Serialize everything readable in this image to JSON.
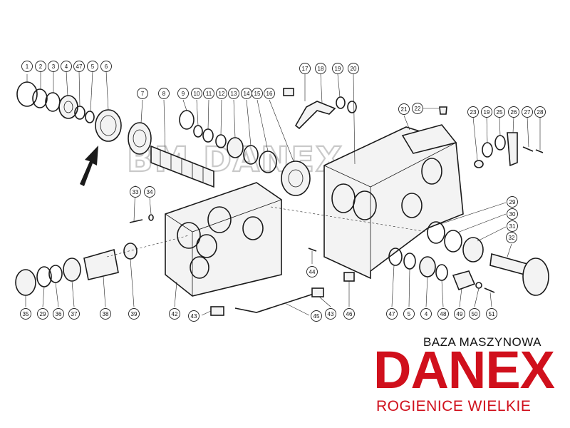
{
  "watermark": "BM DANEX",
  "brand": {
    "top": "BAZA MASZYNOWA",
    "main": "DANEX",
    "bottom": "ROGIENICE WIELKIE",
    "color": "#d0101c"
  },
  "callouts": [
    {
      "id": "c1",
      "label": "1"
    },
    {
      "id": "c2",
      "label": "2"
    },
    {
      "id": "c3",
      "label": "3"
    },
    {
      "id": "c4",
      "label": "4"
    },
    {
      "id": "c47a",
      "label": "47"
    },
    {
      "id": "c5",
      "label": "5"
    },
    {
      "id": "c6",
      "label": "6"
    },
    {
      "id": "c7",
      "label": "7"
    },
    {
      "id": "c8",
      "label": "8"
    },
    {
      "id": "c9",
      "label": "9"
    },
    {
      "id": "c10",
      "label": "10"
    },
    {
      "id": "c11",
      "label": "11"
    },
    {
      "id": "c12",
      "label": "12"
    },
    {
      "id": "c13",
      "label": "13"
    },
    {
      "id": "c14",
      "label": "14"
    },
    {
      "id": "c15",
      "label": "15"
    },
    {
      "id": "c16",
      "label": "16"
    },
    {
      "id": "c17",
      "label": "17"
    },
    {
      "id": "c18",
      "label": "18"
    },
    {
      "id": "c19a",
      "label": "19"
    },
    {
      "id": "c20",
      "label": "20"
    },
    {
      "id": "c21",
      "label": "21"
    },
    {
      "id": "c22",
      "label": "22"
    },
    {
      "id": "c23",
      "label": "23"
    },
    {
      "id": "c19b",
      "label": "19"
    },
    {
      "id": "c25",
      "label": "25"
    },
    {
      "id": "c26",
      "label": "26"
    },
    {
      "id": "c27",
      "label": "27"
    },
    {
      "id": "c28",
      "label": "28"
    },
    {
      "id": "c29a",
      "label": "29"
    },
    {
      "id": "c30",
      "label": "30"
    },
    {
      "id": "c31",
      "label": "31"
    },
    {
      "id": "c32",
      "label": "32"
    },
    {
      "id": "c33",
      "label": "33"
    },
    {
      "id": "c34",
      "label": "34"
    },
    {
      "id": "c35",
      "label": "35"
    },
    {
      "id": "c29b",
      "label": "29"
    },
    {
      "id": "c36",
      "label": "36"
    },
    {
      "id": "c37",
      "label": "37"
    },
    {
      "id": "c38",
      "label": "38"
    },
    {
      "id": "c39",
      "label": "39"
    },
    {
      "id": "c42",
      "label": "42"
    },
    {
      "id": "c43a",
      "label": "43"
    },
    {
      "id": "c45",
      "label": "45"
    },
    {
      "id": "c43b",
      "label": "43"
    },
    {
      "id": "c44",
      "label": "44"
    },
    {
      "id": "c46",
      "label": "46"
    },
    {
      "id": "c47b",
      "label": "47"
    },
    {
      "id": "c5b",
      "label": "5"
    },
    {
      "id": "c4b",
      "label": "4"
    },
    {
      "id": "c48",
      "label": "48"
    },
    {
      "id": "c49",
      "label": "49"
    },
    {
      "id": "c50",
      "label": "50"
    },
    {
      "id": "c51",
      "label": "51"
    }
  ]
}
